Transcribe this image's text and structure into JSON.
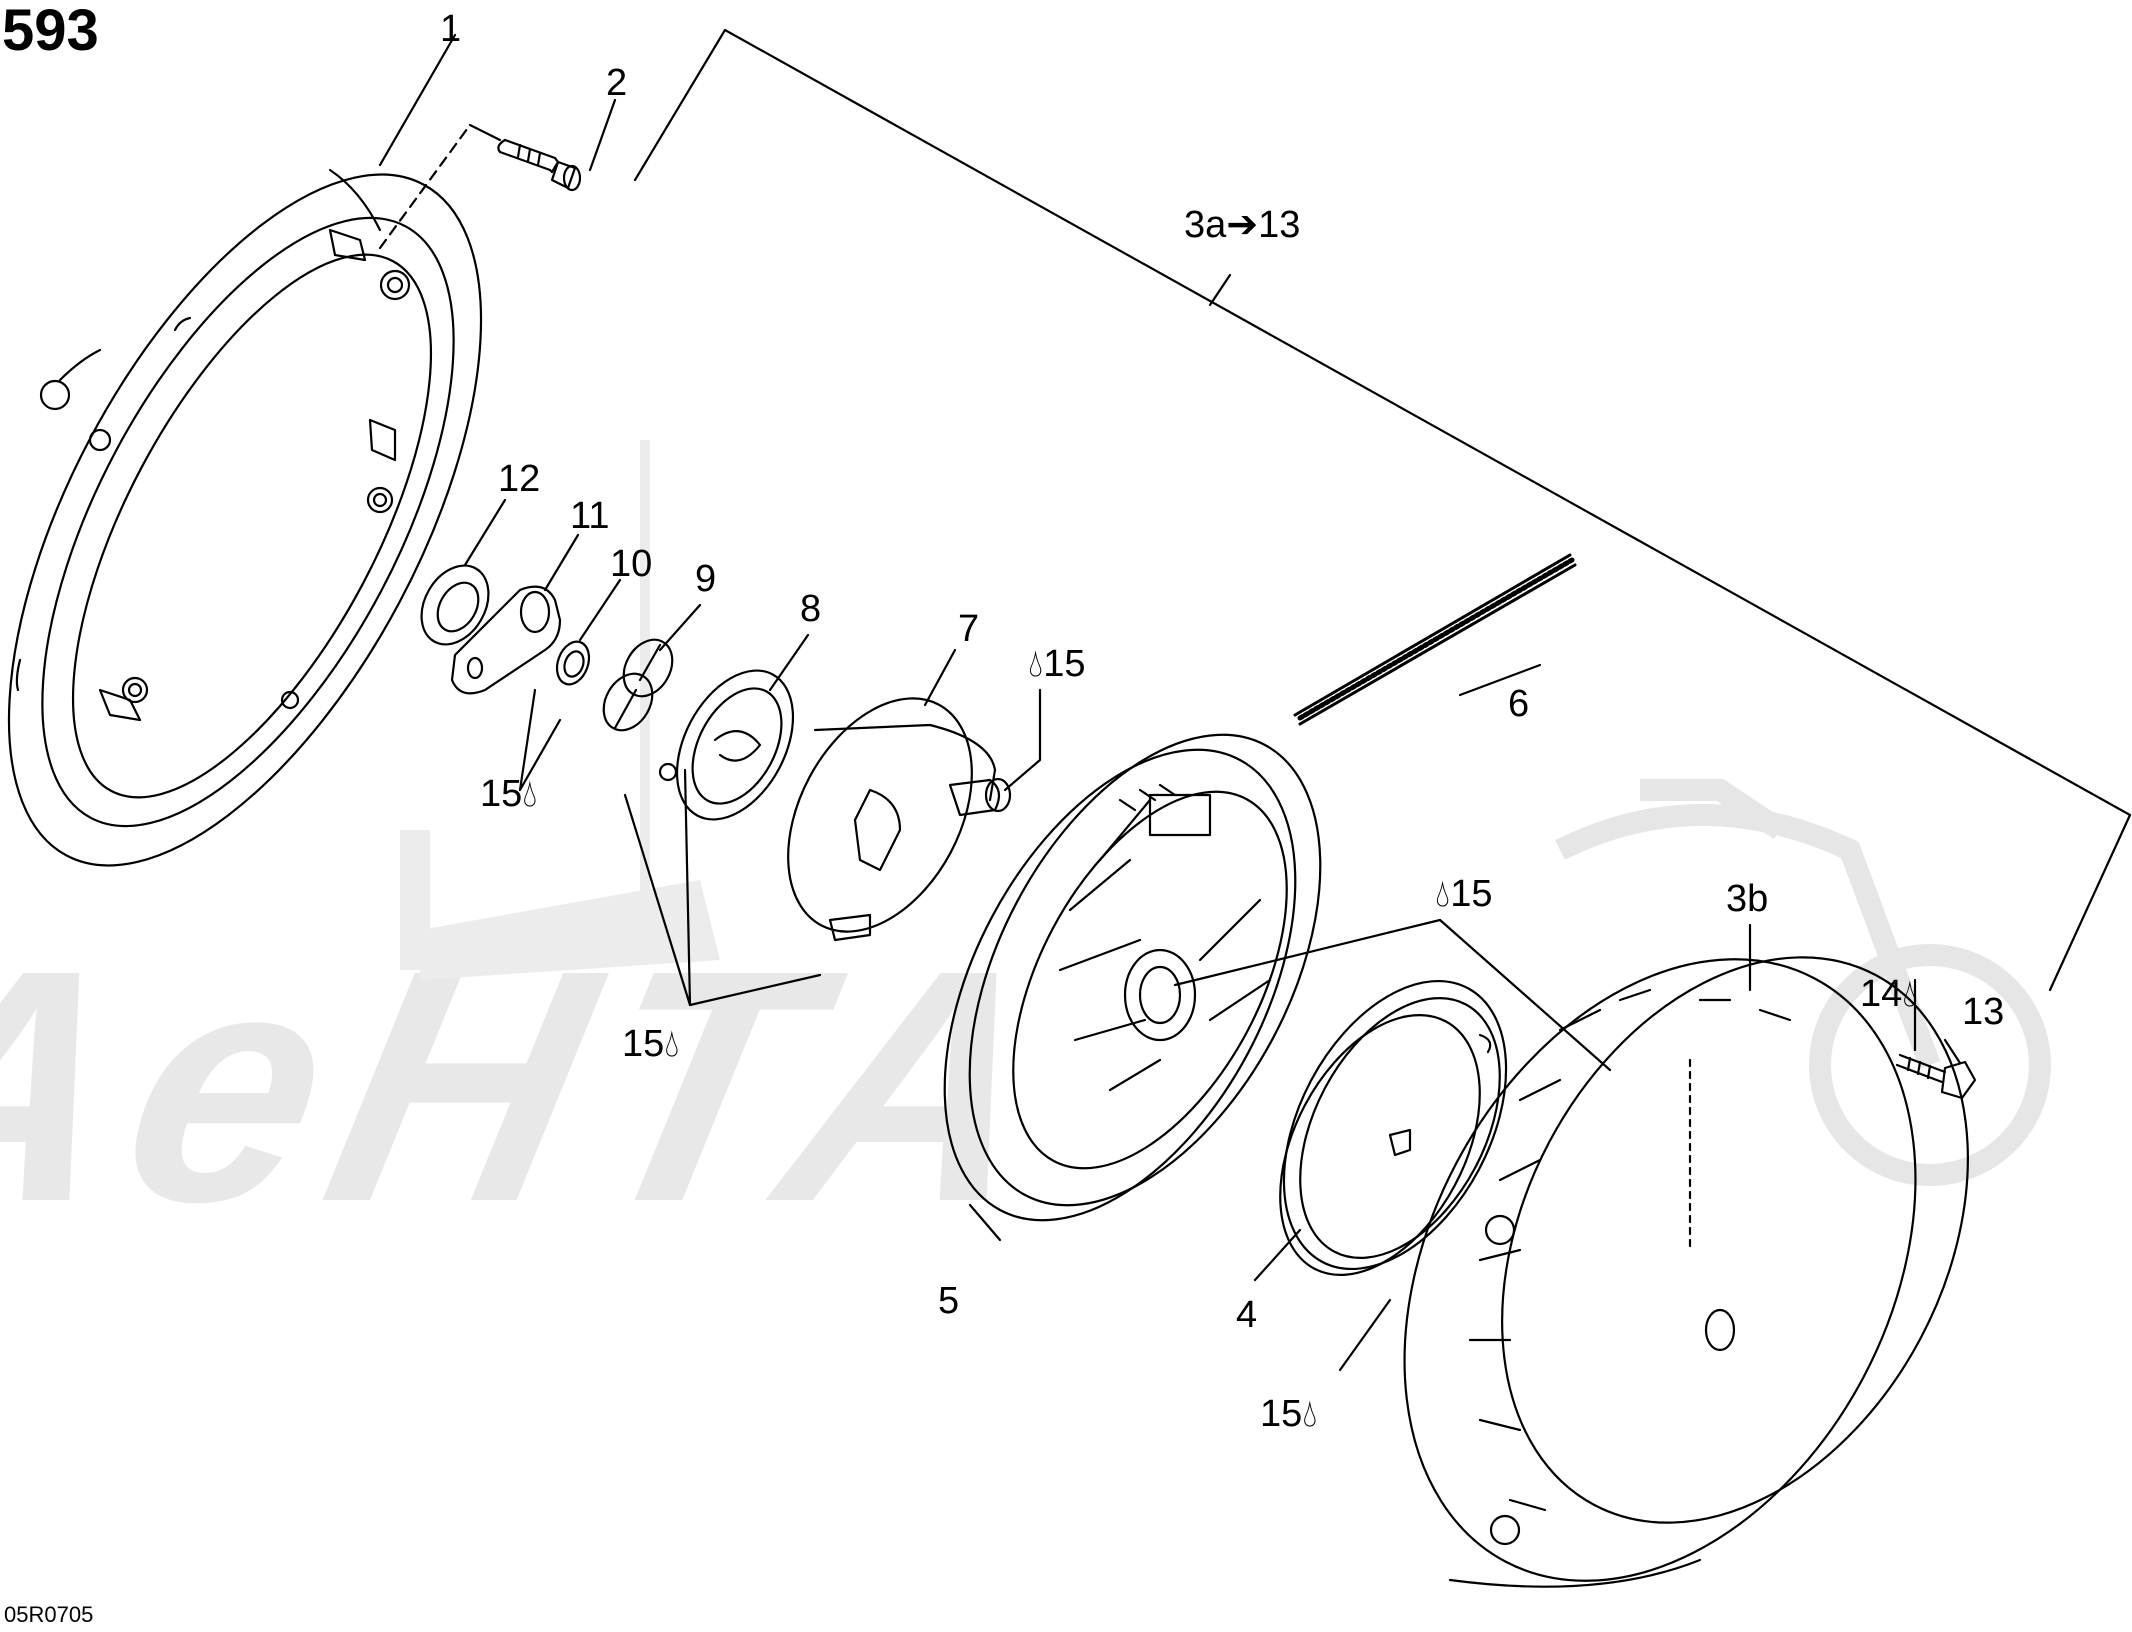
{
  "page": {
    "number": "593",
    "figure_code": "05R0705"
  },
  "watermark": {
    "text": "AeHTA",
    "color": "#e6e6e6"
  },
  "callouts": {
    "c1": "1",
    "c2": "2",
    "c3a13": "3a➔13",
    "c3b": "3b",
    "c4": "4",
    "c5": "5",
    "c6": "6",
    "c7": "7",
    "c8": "8",
    "c9": "9",
    "c10": "10",
    "c11": "11",
    "c12": "12",
    "c13": "13",
    "c14": "14",
    "c15_top": "15",
    "c15_mid": "15",
    "c15_left": "15",
    "c15_bottom": "15",
    "c15_low": "15"
  },
  "symbols": {
    "drop": "lubricant-drop-icon"
  },
  "colors": {
    "line": "#000000",
    "watermark": "#e6e6e6",
    "background": "#ffffff"
  }
}
